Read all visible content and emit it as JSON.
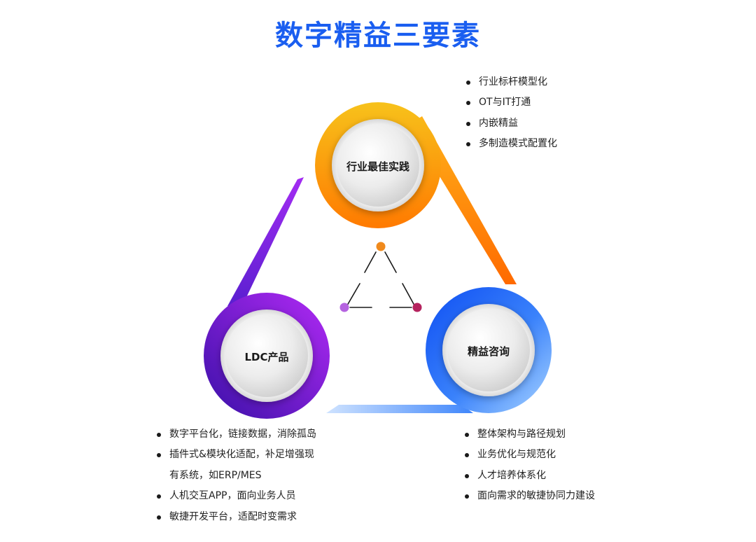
{
  "title": "数字精益三要素",
  "nodes": {
    "top": {
      "label": "行业最佳实践",
      "bullets": [
        "行业标杆模型化",
        "OT与IT打通",
        "内嵌精益",
        "多制造模式配置化"
      ]
    },
    "left": {
      "label": "LDC产品",
      "bullets": [
        {
          "text": "数字平台化，链接数据，消除孤岛",
          "dot": true
        },
        {
          "text": "插件式&模块化适配，补足增强现",
          "dot": true
        },
        {
          "text": "有系统，如ERP/MES",
          "dot": false
        },
        {
          "text": "人机交互APP，面向业务人员",
          "dot": true
        },
        {
          "text": "敏捷开发平台，适配时变需求",
          "dot": true
        }
      ]
    },
    "right": {
      "label": "精益咨询",
      "bullets": [
        "整体架构与路径规划",
        "业务优化与规范化",
        "人才培养体系化",
        "面向需求的敏捷协同力建设"
      ]
    }
  },
  "colors": {
    "title": "#1a5ef0",
    "top_ring": [
      "#f7c21b",
      "#ff7a00"
    ],
    "left_ring": [
      "#a322f0",
      "#3d0fb0"
    ],
    "right_ring": [
      "#1456f5",
      "#8ec5ff"
    ],
    "center_top_dot": "#f08a1c",
    "center_left_dot": "#b563e0",
    "center_right_dot": "#b5235e"
  }
}
